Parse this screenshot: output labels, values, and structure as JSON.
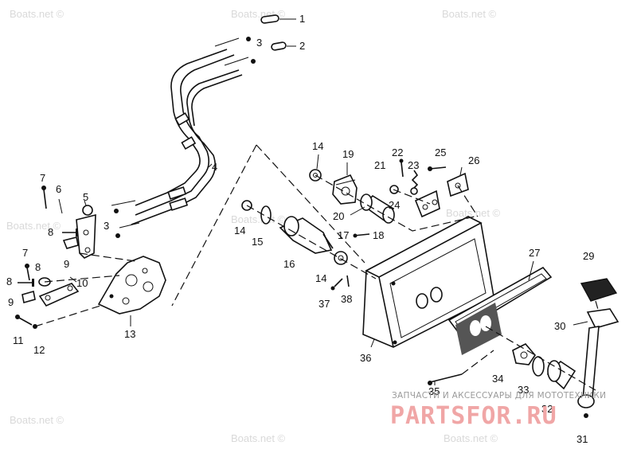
{
  "labels": {
    "p1": "1",
    "p2": "2",
    "p3a": "3",
    "p3b": "3",
    "p4": "4",
    "p5": "5",
    "p6": "6",
    "p7a": "7",
    "p7b": "7",
    "p8a": "8",
    "p8b": "8",
    "p9a": "9",
    "p9b": "9",
    "p10": "10",
    "p11": "11",
    "p12": "12",
    "p13": "13",
    "p14a": "14",
    "p14b": "14",
    "p14c": "14",
    "p15": "15",
    "p16": "16",
    "p17": "17",
    "p18": "18",
    "p19": "19",
    "p20": "20",
    "p21": "21",
    "p22": "22",
    "p23": "23",
    "p24": "24",
    "p25": "25",
    "p26": "26",
    "p27": "27",
    "p29": "29",
    "p30": "30",
    "p31": "31",
    "p32": "32",
    "p33": "33",
    "p34": "34",
    "p35": "35",
    "p36": "36",
    "p37": "37",
    "p38": "38"
  },
  "watermarks": {
    "w1": "Boats.net ©",
    "w2": "Boats.net ©",
    "w3": "Boats.net ©",
    "w4": "Boats.net ©",
    "w5": "Boats.net ©",
    "w6": "Boats.net ©",
    "w7": "Boats.net ©",
    "w8": "Boats.net ©",
    "w9": "Boats.net ©"
  },
  "brand": {
    "tagline": "ЗАПЧАСТИ И АКСЕССУАРЫ ДЛЯ МОТОТЕХНИКИ",
    "logo": "PARTSFOR.RU"
  },
  "colors": {
    "ink": "#111111",
    "watermark": "#d9d9d9",
    "brand_logo": "#f0a6a6",
    "brand_tag": "#9a9a9a"
  }
}
